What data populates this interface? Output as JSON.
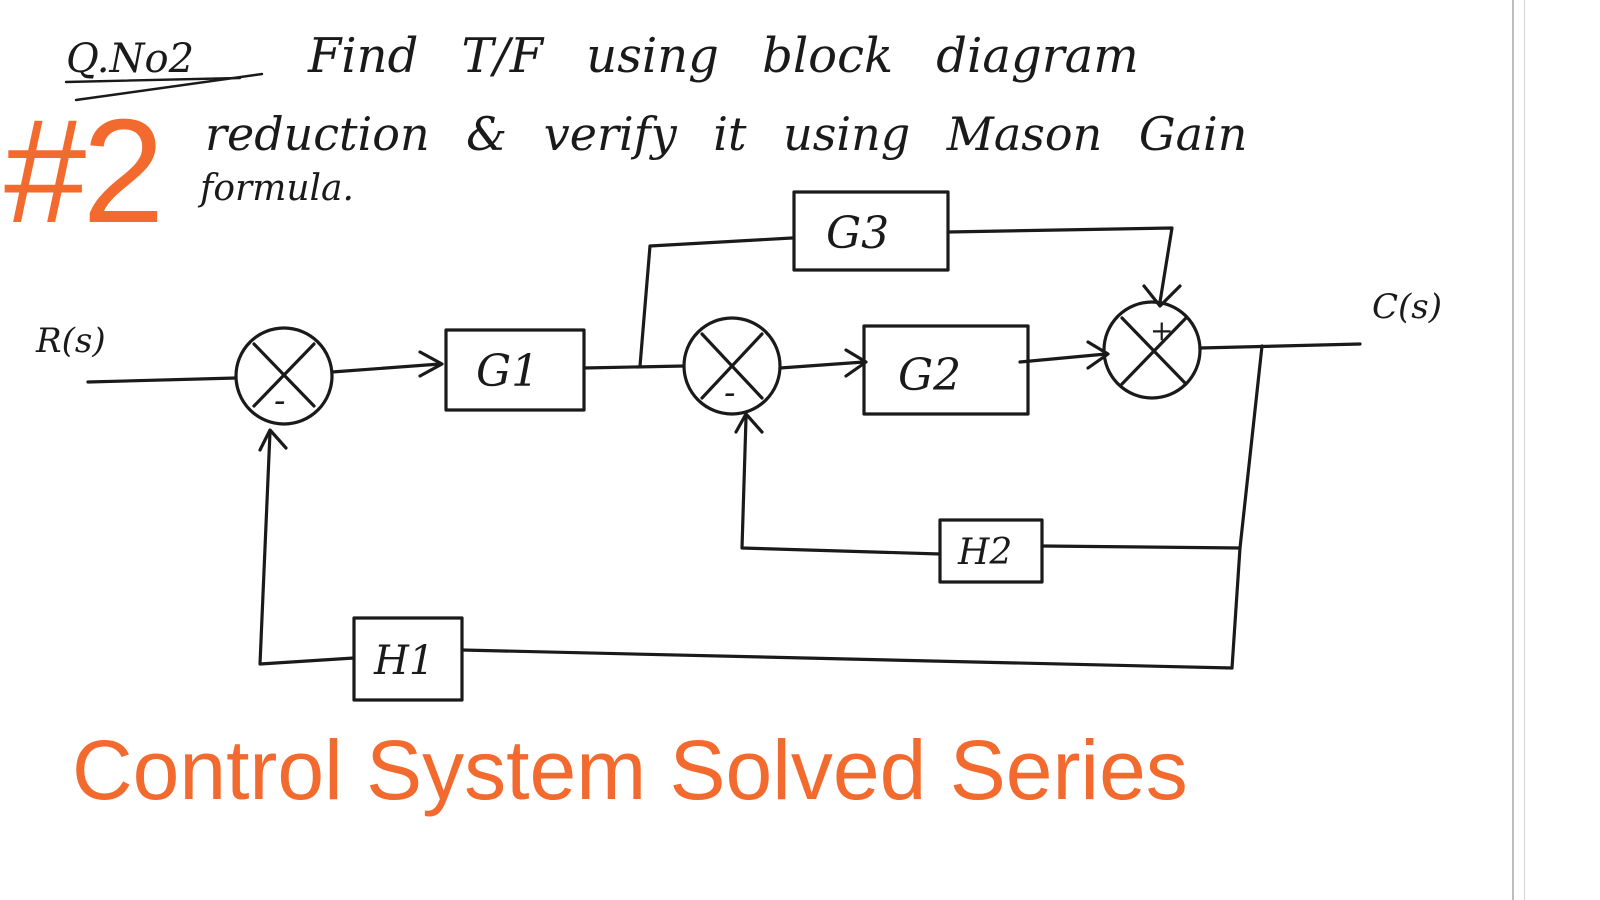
{
  "question": {
    "number": "Q.No2",
    "line1": "Find T/F using block diagram",
    "line2": "reduction & verify it using Mason Gain",
    "line3": "formula."
  },
  "badge": "#2",
  "footer": "Control System Solved Series",
  "diagram": {
    "input": "R(s)",
    "output": "C(s)",
    "blocks": [
      "G1",
      "G2",
      "G3",
      "H1",
      "H2"
    ],
    "summer1_sign_fb": "-",
    "summer2_sign_fb": "-",
    "summer3_sign_top": "+"
  },
  "colors": {
    "accent": "#f26a2e",
    "ink": "#1a1a1a"
  }
}
